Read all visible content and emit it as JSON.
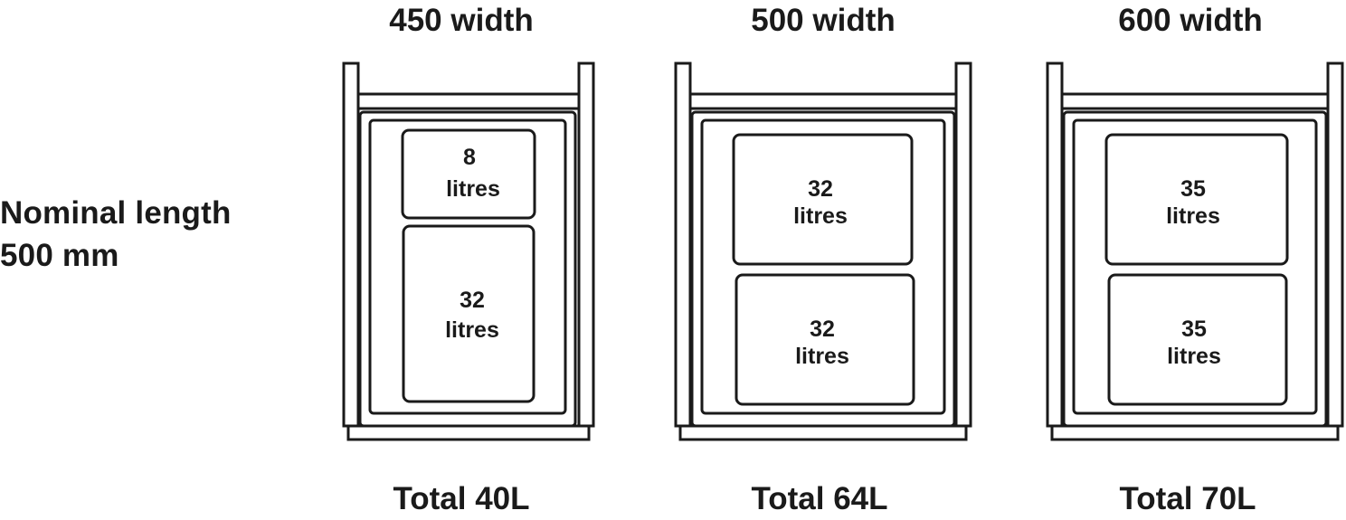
{
  "side_label": {
    "line1": "Nominal length",
    "line2": "500 mm"
  },
  "cabinets": [
    {
      "title": "450 width",
      "total": "Total 40L",
      "bins": [
        {
          "number": "8",
          "unit": "litres"
        },
        {
          "number": "32",
          "unit": "litres"
        }
      ]
    },
    {
      "title": "500 width",
      "total": "Total 64L",
      "bins": [
        {
          "number": "32",
          "unit": "litres"
        },
        {
          "number": "32",
          "unit": "litres"
        }
      ]
    },
    {
      "title": "600 width",
      "total": "Total 70L",
      "bins": [
        {
          "number": "35",
          "unit": "litres"
        },
        {
          "number": "35",
          "unit": "litres"
        }
      ]
    }
  ]
}
